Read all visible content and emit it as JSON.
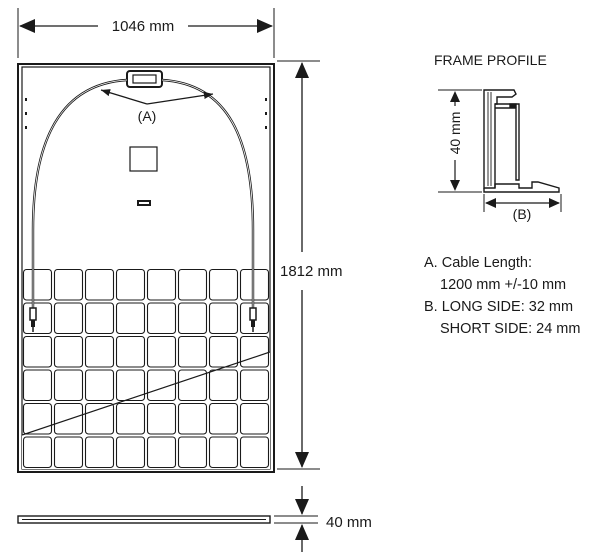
{
  "dimensions": {
    "width": "1046 mm",
    "height": "1812 mm",
    "thickness": "40 mm",
    "frame_height": "40 mm"
  },
  "labels": {
    "cable_marker": "(A)",
    "frame_marker": "(B)",
    "frame_profile_title": "FRAME PROFILE"
  },
  "specs": {
    "cable_title": "A. Cable Length:",
    "cable_value": "1200 mm +/-10 mm",
    "long_side": "B. LONG SIDE: 32 mm",
    "short_side": "SHORT SIDE: 24 mm"
  }
}
